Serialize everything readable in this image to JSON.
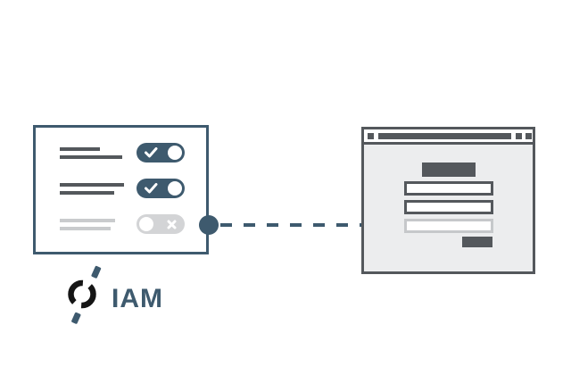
{
  "colors": {
    "slate": "#3e5a6e",
    "dark_gray": "#54585c",
    "light_gray_line": "#c9cbcd",
    "toggle_off_gray": "#d3d4d6",
    "field_light_border": "#c6c8ca",
    "page_body_gray": "#ecedee",
    "logo_black": "#151515",
    "background": "#ffffff"
  },
  "logo": {
    "text": "IAM",
    "mark": "dashed-diagonal-line-through-circle"
  },
  "settings_card": {
    "rows": [
      {
        "name": "setting-row-1",
        "tone": "dark",
        "line_widths": [
          45,
          70
        ],
        "toggle": "on"
      },
      {
        "name": "setting-row-2",
        "tone": "dark",
        "line_widths": [
          72,
          61
        ],
        "toggle": "on"
      },
      {
        "name": "setting-row-3",
        "tone": "light",
        "line_widths": [
          62,
          57
        ],
        "toggle": "off"
      }
    ],
    "toggle_on_icon": "check",
    "toggle_off_icon": "x"
  },
  "connector": {
    "style": "dashed",
    "direction": "left-to-right",
    "from": "settings-card-row-3",
    "to": "browser-form-field-3"
  },
  "browser": {
    "titlebar": {
      "left_squares": 1,
      "address_bar": true,
      "right_squares": 2
    },
    "form": {
      "has_title_block": true,
      "fields": [
        {
          "name": "form-field-1",
          "border": "dark"
        },
        {
          "name": "form-field-2",
          "border": "dark"
        },
        {
          "name": "form-field-3",
          "border": "light"
        }
      ],
      "has_button_block": true
    }
  }
}
